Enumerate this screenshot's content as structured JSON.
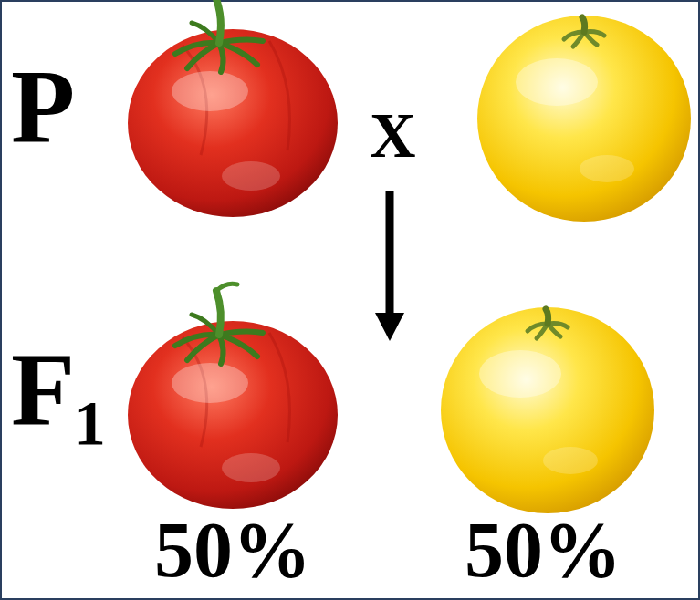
{
  "diagram": {
    "labels": [
      "P",
      "X",
      "F₁",
      "50%",
      "50%"
    ]
  }
}
